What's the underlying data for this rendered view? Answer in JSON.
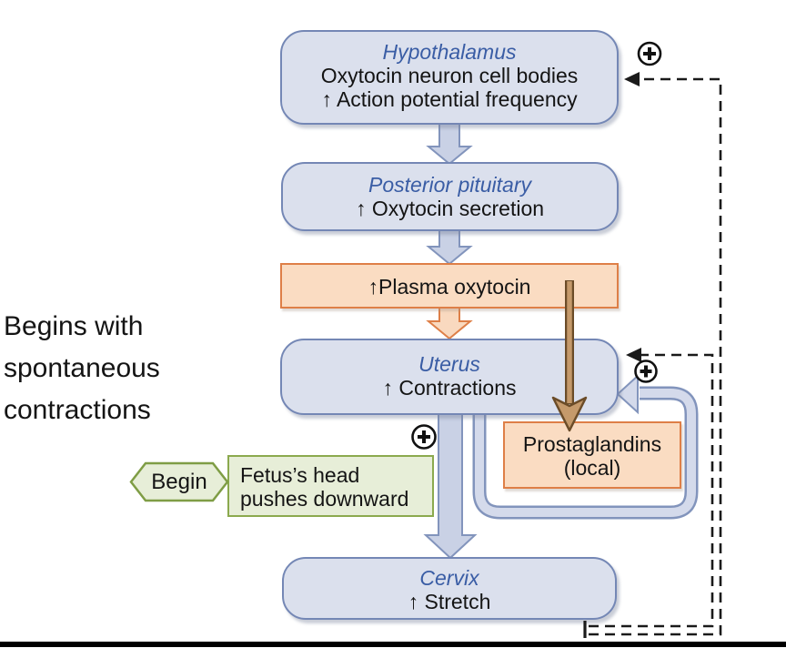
{
  "figure": {
    "annotation": {
      "lines": [
        "Begins with",
        "spontaneous",
        "contractions"
      ]
    },
    "nodes": {
      "hypothalamus": {
        "title": "Hypothalamus",
        "lines": [
          "Oxytocin neuron cell bodies",
          "↑ Action potential frequency"
        ]
      },
      "posterior_pituitary": {
        "title": "Posterior pituitary",
        "lines": [
          "↑ Oxytocin secretion"
        ]
      },
      "plasma_oxytocin": {
        "label": "↑Plasma oxytocin"
      },
      "uterus": {
        "title": "Uterus",
        "lines": [
          "↑ Contractions"
        ]
      },
      "prostaglandins": {
        "lines": [
          "Prostaglandins",
          "(local)"
        ]
      },
      "cervix": {
        "title": "Cervix",
        "lines": [
          "↑ Stretch"
        ]
      },
      "fetus_head": {
        "lines": [
          "Fetus’s head",
          "pushes downward"
        ]
      },
      "begin": {
        "label": "Begin"
      }
    },
    "symbols": {
      "positive_feedback": "+"
    },
    "colors": {
      "node_fill": "#dbe0ed",
      "node_border": "#7487b5",
      "flow_arrow_fill": "#c9d1e5",
      "highlight_fill": "#fadcc2",
      "highlight_border": "#de7f47",
      "begin_fill": "#e7eed8",
      "begin_border": "#7f9d45",
      "title_text": "#3a5da5",
      "hormone_arrow": "#c59a6b",
      "feedback_line": "#1a1a1a"
    }
  }
}
